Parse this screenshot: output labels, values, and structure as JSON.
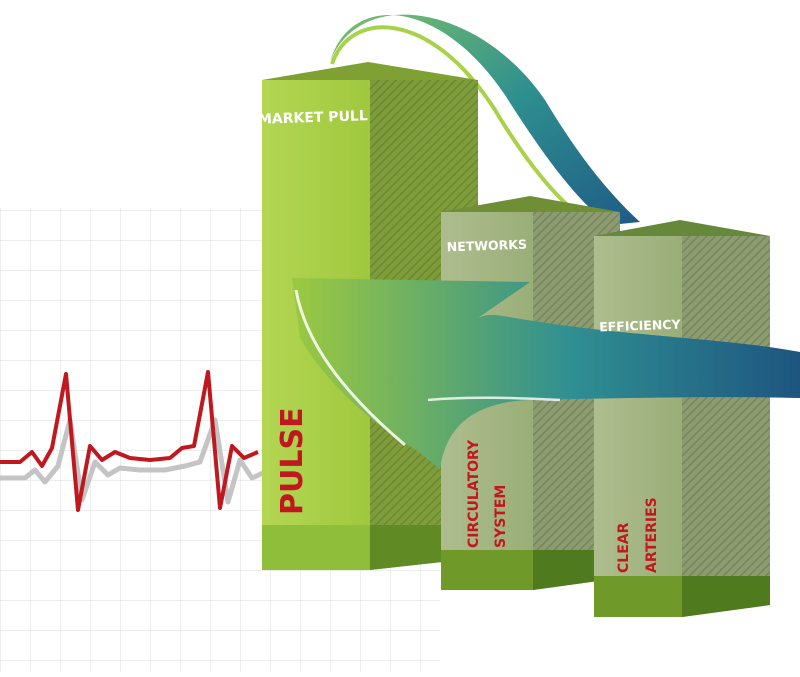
{
  "labels": {
    "market_pull": "MARKET PULL",
    "networks": "NETWORKS",
    "efficiency": "EFFICIENCY",
    "pulse": "PULSE",
    "circulatory_line1": "CIRCULATORY",
    "circulatory_line2": "SYSTEM",
    "clear_line1": "CLEAR",
    "clear_line2": "ARTERIES"
  },
  "colors": {
    "grid": "#d9d9d9",
    "ecg_red": "#c0181f",
    "ecg_dark": "#6e0d10",
    "ecg_shadow": "#bdbdbd",
    "pillar_main": "#a8cf45",
    "pillar_side": "#8fae3a",
    "pillar_top": "#7ea034",
    "pillar_base": "#6a9a2a",
    "pillar_gray": "#a2b584",
    "label_red": "#c0181f",
    "arrow_green": "#8cc63f",
    "arrow_teal": "#2e8f9a",
    "arrow_blue": "#1e5c8a"
  }
}
